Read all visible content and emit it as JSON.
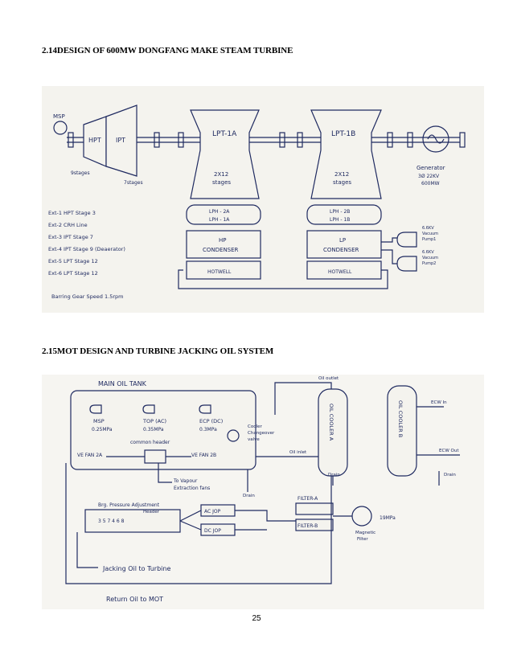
{
  "headings": {
    "h1": "2.14DESIGN OF 600MW DONGFANG MAKE STEAM TURBINE",
    "h2": "2.15MOT DESIGN AND TURBINE JACKING OIL SYSTEM"
  },
  "turbine": {
    "msp": "MSP",
    "hpt": "HPT",
    "ipt": "IPT",
    "lpt1a": "LPT-1A",
    "lpt1b": "LPT-1B",
    "stages_hp": "9stages",
    "stages_ip": "7stages",
    "stages_1a": "2X12",
    "stages_1a_b": "stages",
    "stages_1b": "2X12",
    "stages_1b_b": "stages",
    "lph_2a": "LPH - 2A",
    "lph_1a": "LPH - 1A",
    "lph_2b": "LPH - 2B",
    "lph_1b": "LPH - 1B",
    "hp_condenser_1": "HP",
    "hp_condenser_2": "CONDENSER",
    "lp_condenser_1": "LP",
    "lp_condenser_2": "CONDENSER",
    "hotwell_a": "HOTWELL",
    "hotwell_b": "HOTWELL",
    "generator_1": "Generator",
    "generator_2": "3Ø 22KV",
    "generator_3": "600MW",
    "vac_pump_1": "6.6KV",
    "vac_pump_1b": "Vacuum",
    "vac_pump_1c": "Pump1",
    "vac_pump_2": "6.6KV",
    "vac_pump_2b": "Vacuum",
    "vac_pump_2c": "Pump2",
    "ext": [
      "Ext-1  HPT Stage 3",
      "Ext-2  CRH Line",
      "Ext-3  IPT Stage 7",
      "Ext-4  IPT Stage 9 (Deaerator)",
      "Ext-5  LPT Stage 12",
      "Ext-6  LPT Stage 12"
    ],
    "barring": "Barring Gear Speed  1.5rpm"
  },
  "oil": {
    "tank": "MAIN    OIL  TANK",
    "msp": "MSP",
    "msp_p": "0.25MPa",
    "top": "TOP (AC)",
    "top_p": "0.35MPa",
    "ecp": "ECP (DC)",
    "ecp_p": "0.3MPa",
    "common_header": "common header",
    "ve_fan_2a": "VE FAN 2A",
    "ve_fan_2b": "VE FAN 2B",
    "vapour_1": "To Vapour",
    "vapour_2": "Extraction fans",
    "drain": "Drain",
    "cooler_cv_1": "Cooler",
    "cooler_cv_2": "Changeover",
    "cooler_cv_3": "valve",
    "oil_outlet": "Oil outlet",
    "oil_inlet": "Oil inlet",
    "cooler_a": "OIL COOLER A",
    "cooler_b": "OIL COOLER B",
    "ecw_in": "ECW In",
    "ecw_out": "ECW Out",
    "drain_a": "Drain",
    "drain_b": "Drain",
    "brg_1": "Brg. Pressure Adjustment",
    "brg_2": "Header",
    "brg_nums": "3 5 7  4 6 8",
    "ac_jop": "AC JOP",
    "dc_jop": "DC JOP",
    "filter_a": "FILTER-A",
    "filter_b": "FILTER-B",
    "magnetic_1": "Magnetic",
    "magnetic_2": "Filter",
    "pressure": "19MPa",
    "jacking": "Jacking Oil to Turbine",
    "return": "Return Oil to MOT"
  },
  "page_number": "25"
}
